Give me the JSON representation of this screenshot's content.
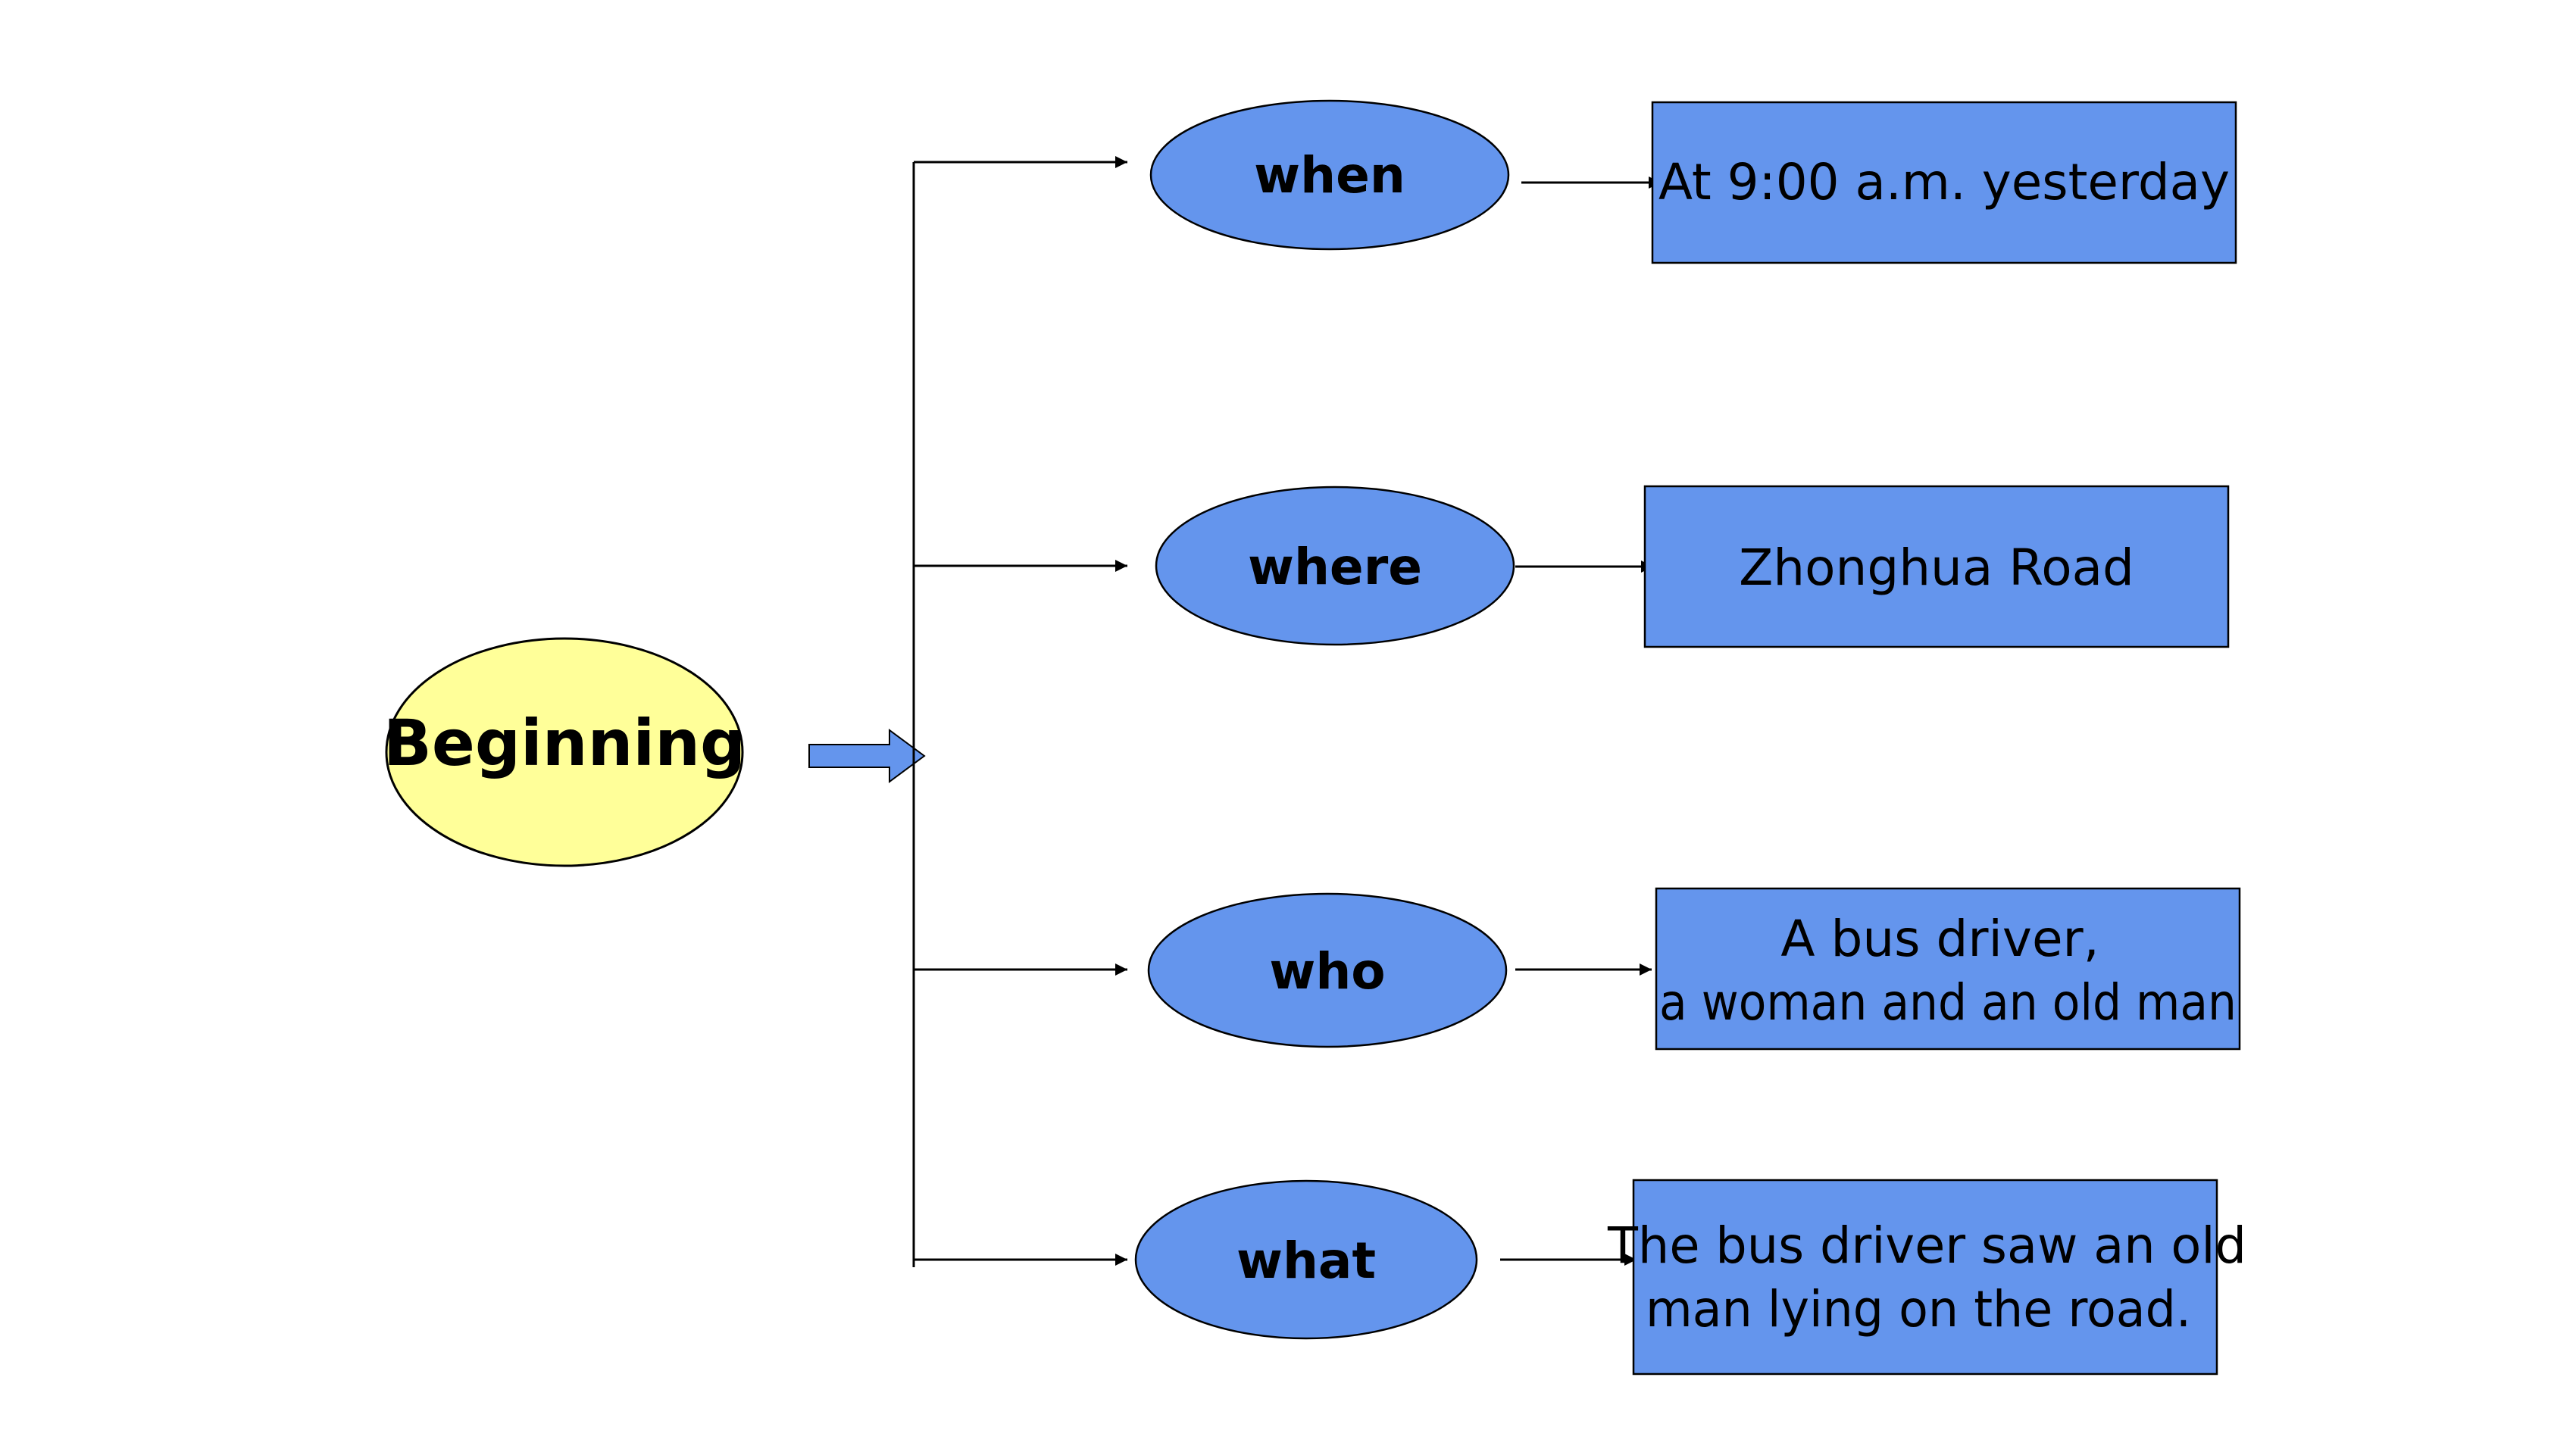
{
  "root": {
    "label": "Beginning"
  },
  "branches": [
    {
      "question": "when",
      "answer": [
        "At 9:00 a.m. yesterday"
      ]
    },
    {
      "question": "where",
      "answer": [
        "Zhonghua Road"
      ]
    },
    {
      "question": "who",
      "answer": [
        "A bus driver,",
        "a woman and an old man"
      ]
    },
    {
      "question": "what",
      "answer": [
        "The bus driver saw an old",
        "man lying on the road."
      ]
    }
  ],
  "colors": {
    "root_fill": "#FFFF99",
    "node_fill": "#6495ED",
    "stroke": "#000000",
    "connector": "#000000"
  }
}
